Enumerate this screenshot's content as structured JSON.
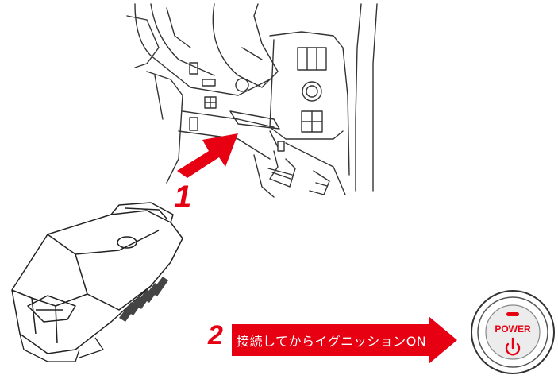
{
  "step1": {
    "number": "1"
  },
  "step2": {
    "number": "2",
    "instruction": "接続してからイグニッションON"
  },
  "power_button": {
    "label": "POWER"
  },
  "colors": {
    "accent": "#e60012",
    "line": "#333333"
  },
  "icons": [
    "vehicle-dashboard-illustration",
    "insert-arrow-icon",
    "obd-device-illustration",
    "power-icon"
  ]
}
